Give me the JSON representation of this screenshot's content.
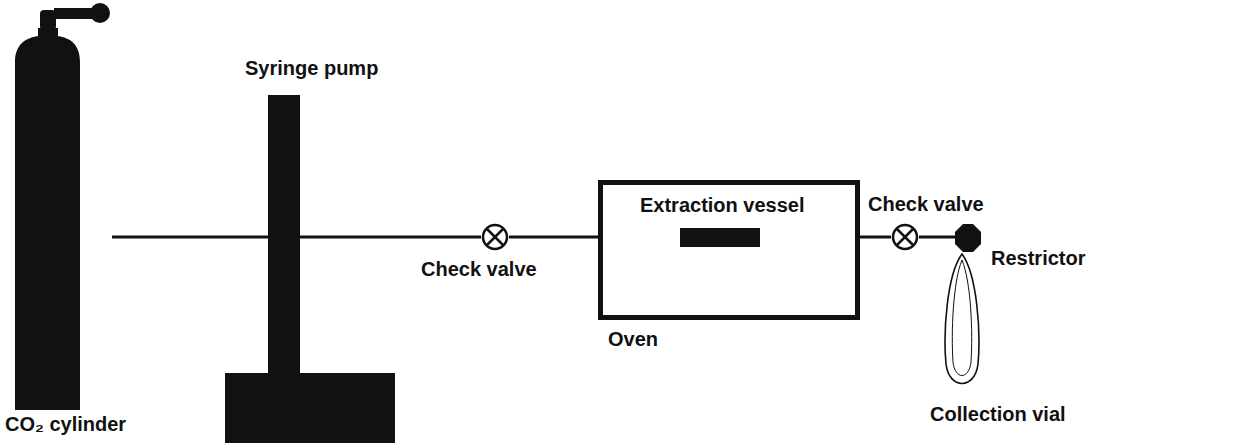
{
  "diagram": {
    "nodes": [
      {
        "text": [
          "CO₂ cylinder"
        ]
      },
      {
        "text": [
          "Syringe pump"
        ]
      },
      {
        "text": [
          "Check valve"
        ]
      },
      {
        "text": [
          "Oven"
        ]
      },
      {
        "text": [
          "Extraction vessel"
        ],
        "in": 3
      },
      {
        "text": [
          "Check valve"
        ]
      },
      {
        "text": [
          "Restrictor"
        ]
      },
      {
        "text": [
          "Collection vial"
        ]
      }
    ],
    "edges": [
      {
        "from": 0,
        "to": 1,
        "arrow": "none"
      },
      {
        "from": 1,
        "to": 2,
        "arrow": "none"
      },
      {
        "from": 2,
        "to": 4,
        "arrow": "none"
      },
      {
        "from": 4,
        "to": 5,
        "arrow": "none"
      },
      {
        "from": 5,
        "to": 6,
        "arrow": "none"
      }
    ]
  }
}
